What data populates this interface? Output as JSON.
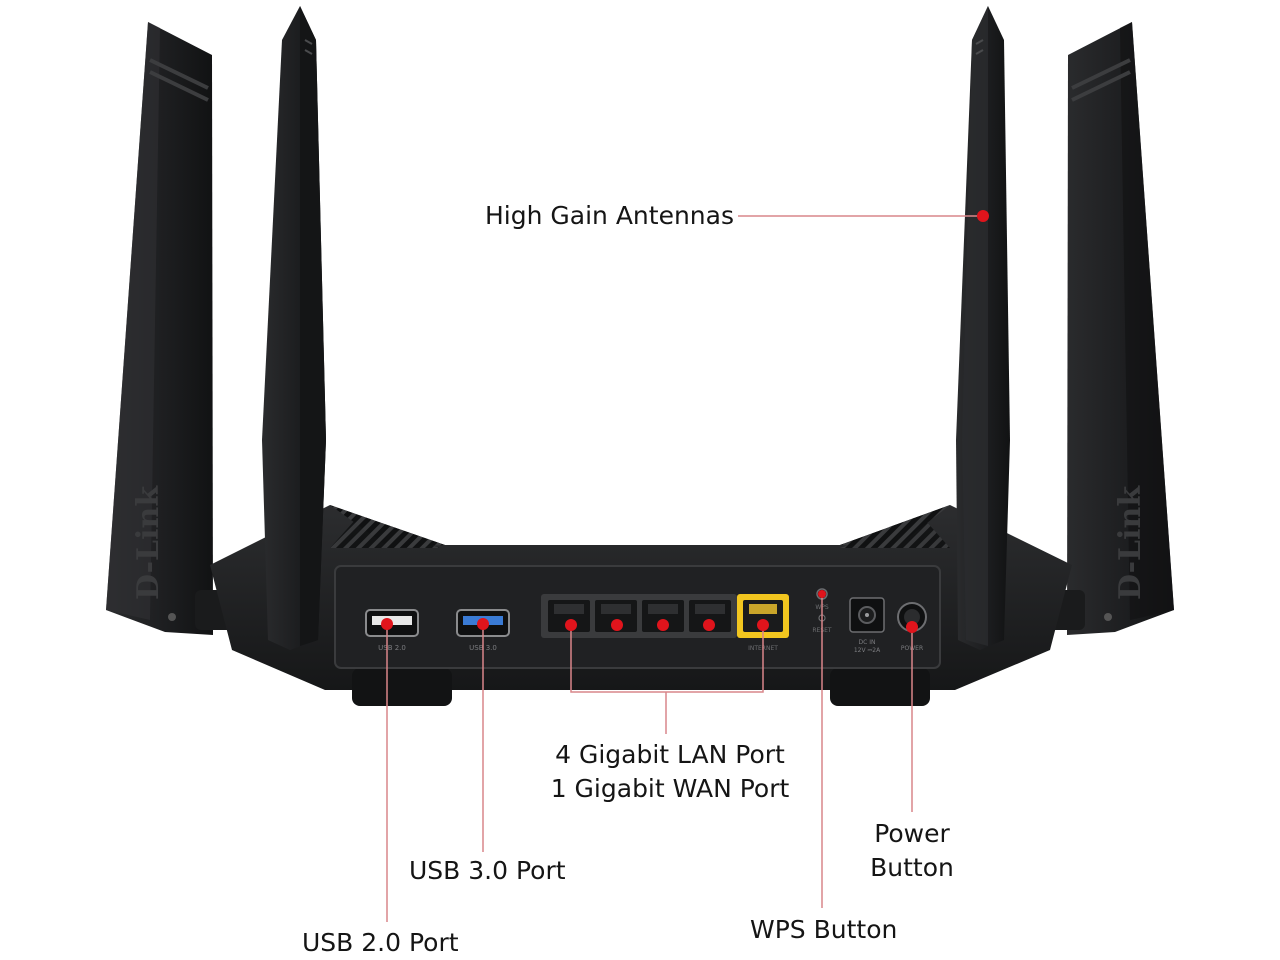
{
  "colors": {
    "background": "#ffffff",
    "router_body": "#1f2021",
    "router_dark": "#141516",
    "router_panel": "#2b2c2e",
    "port_face": "#3a3b3d",
    "wan_port": "#f2c61f",
    "usb3_blue": "#3a7bd5",
    "callout_line": "#d9868a",
    "callout_dot": "#e0141c",
    "label_text": "#151515"
  },
  "router": {
    "brand": "D-Link",
    "port_labels": {
      "usb2": "USB 2.0",
      "usb3": "USB 3.0",
      "internet": "INTERNET",
      "wps": "WPS",
      "reset": "RESET",
      "dc_in": "DC IN",
      "dc_rating": "12V ⎓2A",
      "power": "POWER"
    }
  },
  "callouts": {
    "antennas": {
      "text": "High Gain Antennas"
    },
    "lan_wan": {
      "line1": "4 Gigabit LAN Port",
      "line2": "1 Gigabit WAN Port"
    },
    "usb3": {
      "text": "USB 3.0 Port"
    },
    "usb2": {
      "text": "USB 2.0 Port"
    },
    "power": {
      "line1": "Power",
      "line2": "Button"
    },
    "wps": {
      "text": "WPS Button"
    }
  }
}
